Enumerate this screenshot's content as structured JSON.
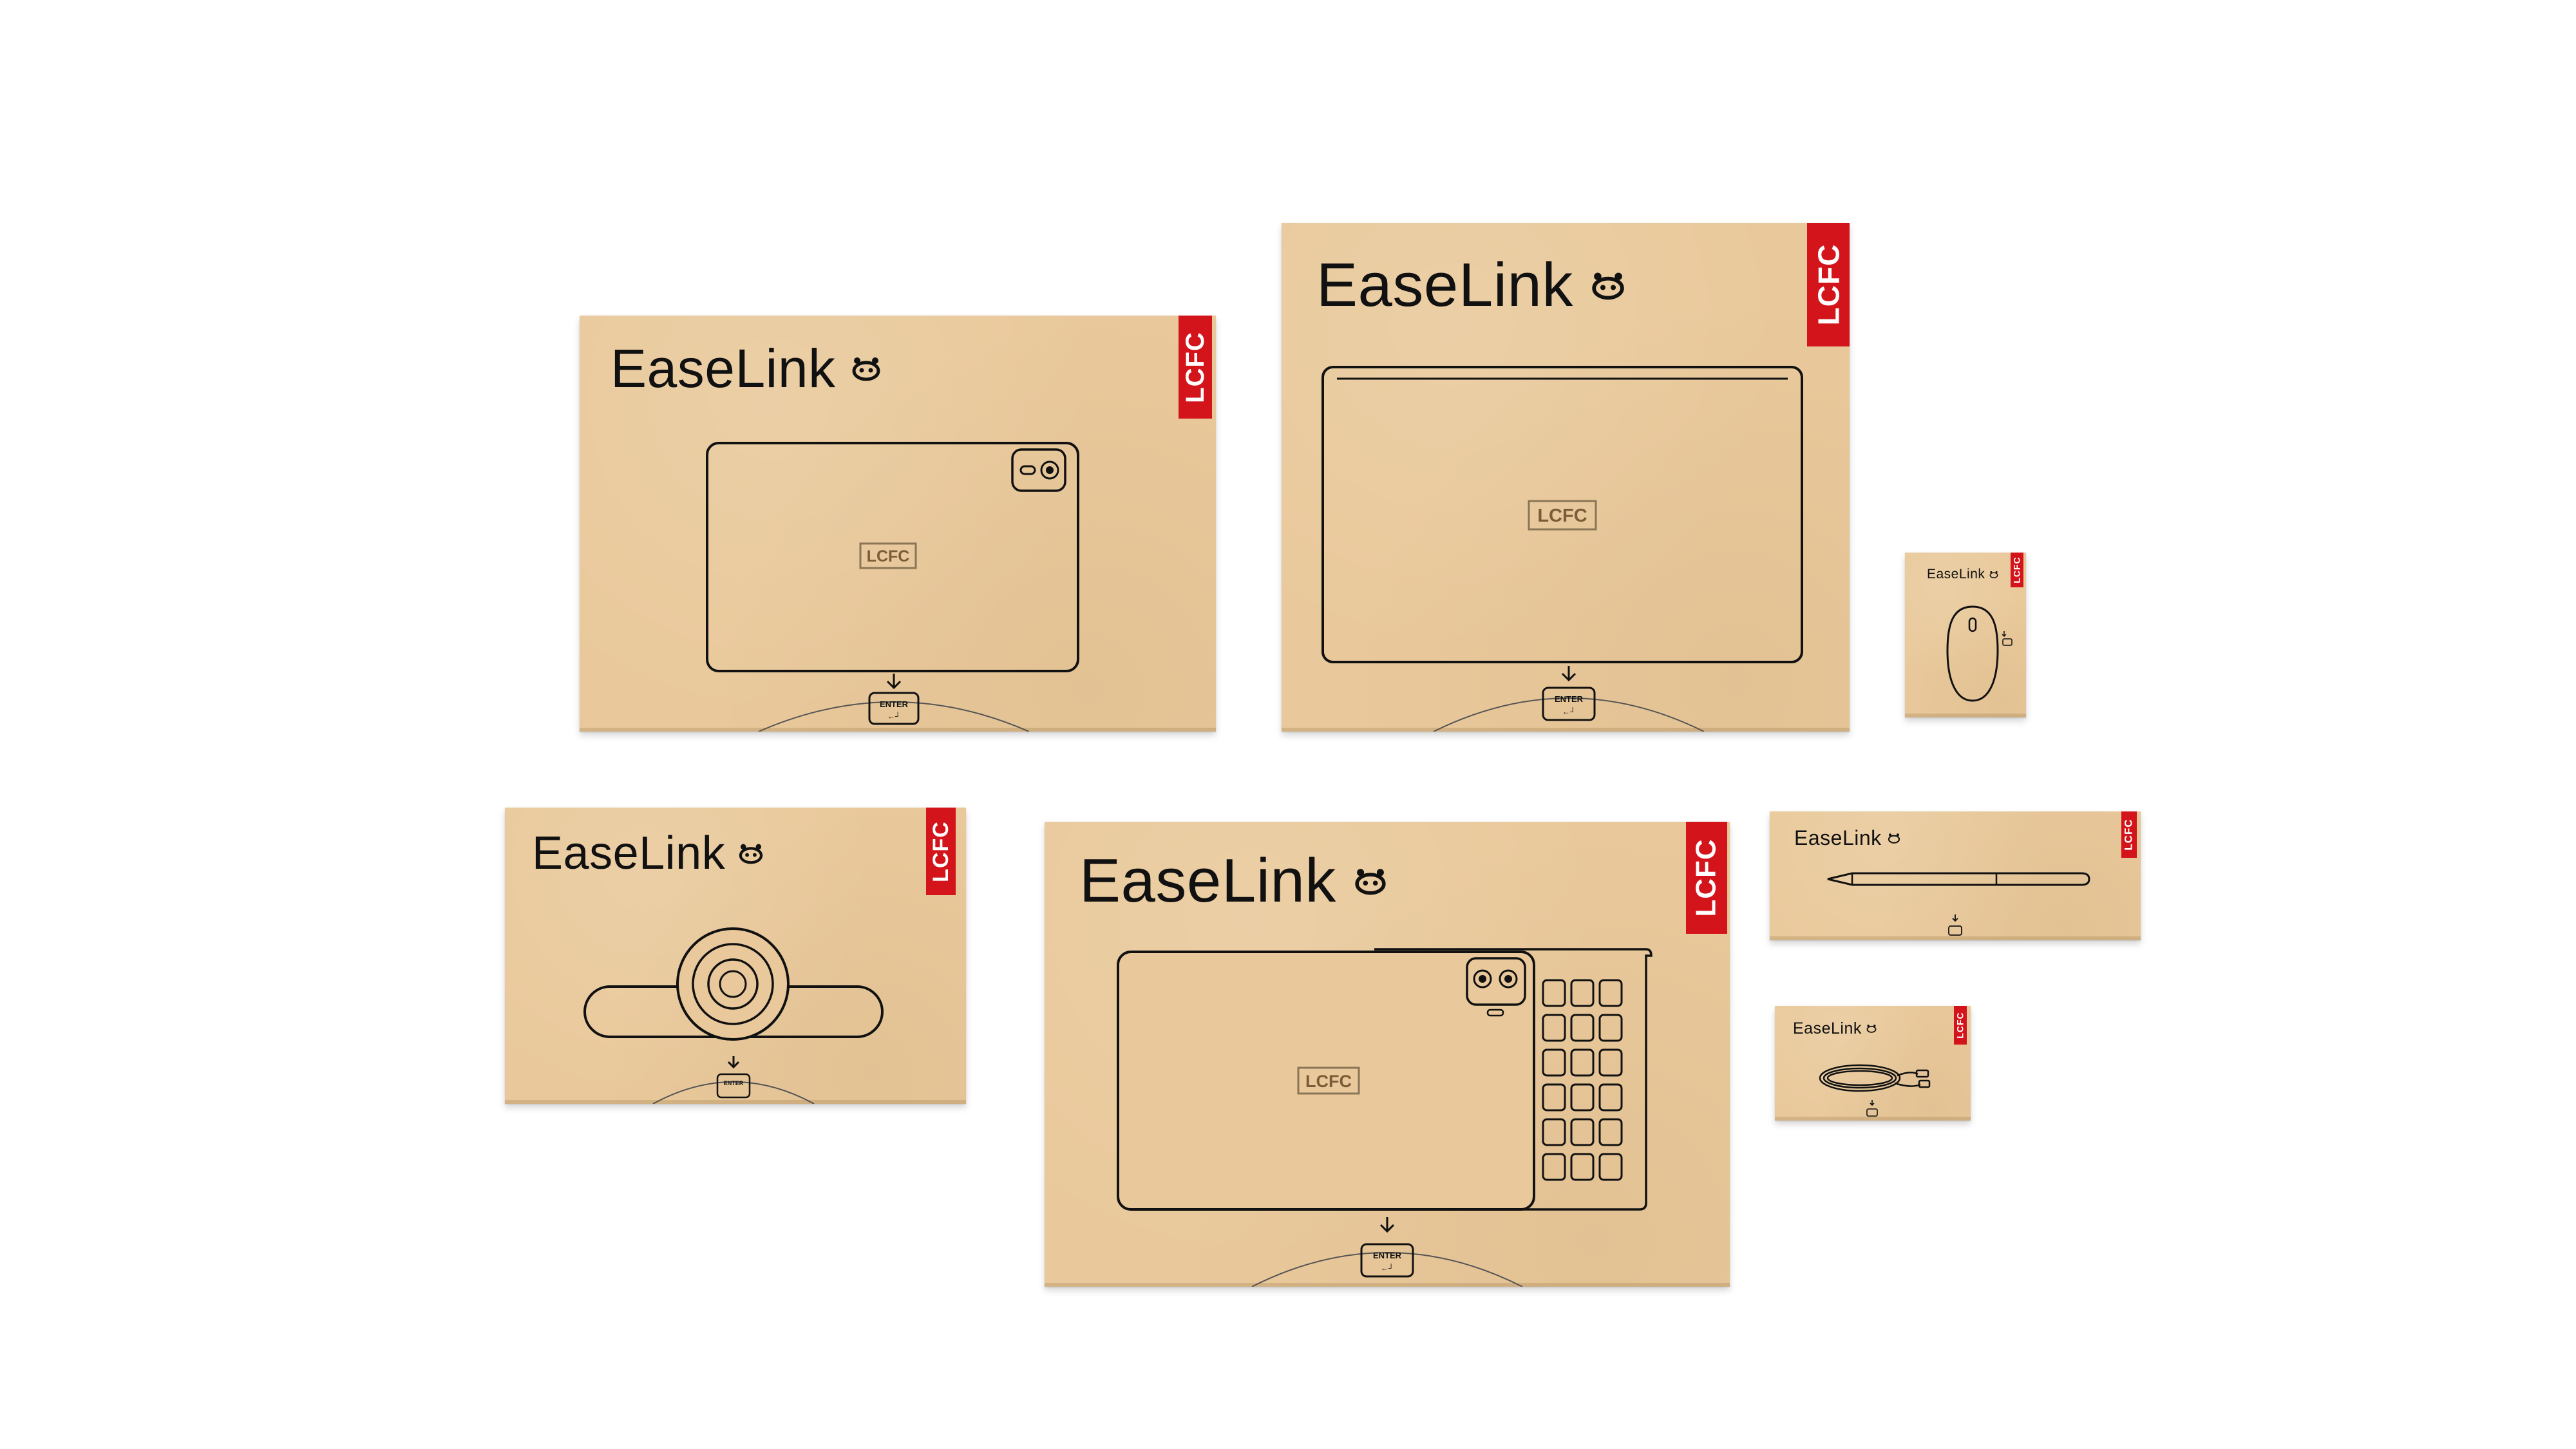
{
  "brand": "EaseLink",
  "label": "LCFC",
  "enter_key": "ENTER",
  "enter_arrow": "←┘",
  "products": [
    {
      "id": "tablet",
      "device": "tablet-outline"
    },
    {
      "id": "laptop",
      "device": "laptop-outline"
    },
    {
      "id": "mouse",
      "device": "mouse-outline"
    },
    {
      "id": "conference-camera",
      "device": "camera-bar-outline"
    },
    {
      "id": "tablet-keyboard",
      "device": "tablet-with-keypad-outline"
    },
    {
      "id": "stylus",
      "device": "pen-outline"
    },
    {
      "id": "cable",
      "device": "cable-outline"
    }
  ],
  "colors": {
    "kraft": "#e9c99b",
    "red_tag": "#d3151b",
    "ink": "#111111",
    "stamp": "#7a5d38",
    "background": "#ffffff"
  }
}
